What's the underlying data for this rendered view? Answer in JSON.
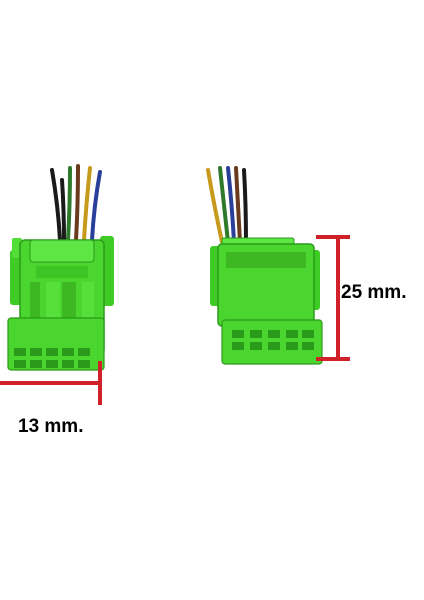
{
  "photo": {
    "subject": "green-wire-harness-connectors",
    "colors": {
      "background": "#ffffff",
      "connector_green": "#4bd62f",
      "connector_dark": "#2a9a1a",
      "dimension_red": "#d0202a",
      "wire_black": "#1a1a1a",
      "wire_brown": "#6b3a1e",
      "wire_yellow": "#c89a1c",
      "wire_blue": "#2a3f9a",
      "wire_green": "#2f7a2a"
    }
  },
  "dimensions": {
    "width_label": "13 mm.",
    "height_label": "25 mm."
  }
}
